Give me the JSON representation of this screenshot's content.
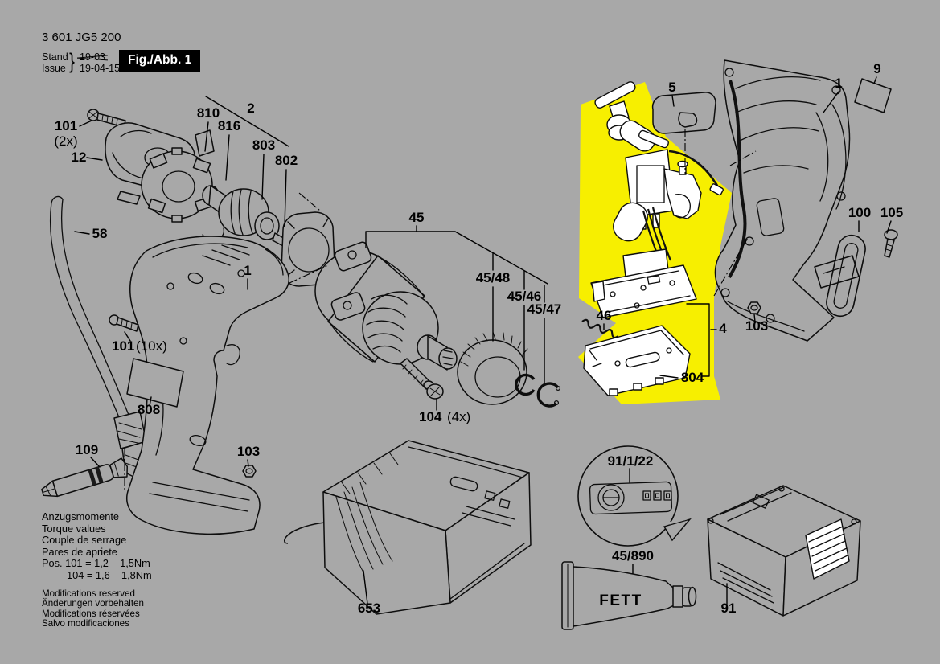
{
  "header": {
    "part_number": "3 601 JG5 200",
    "stand_label": "Stand",
    "issue_label": "Issue",
    "brace": "}",
    "superseded_date": "19-03",
    "issue_date": "19-04-15",
    "figure_badge": "Fig./Abb. 1"
  },
  "colors": {
    "background": "#a8a8a8",
    "highlight": "#f7ef00",
    "line": "#0d0d0d",
    "badge_bg": "#000000",
    "badge_text": "#ffffff"
  },
  "labels": {
    "l810": "810",
    "l816": "816",
    "l2": "2",
    "l803": "803",
    "l802": "802",
    "l101a": "101",
    "l101a_qty": "(2x)",
    "l12": "12",
    "l58": "58",
    "l1_left": "1",
    "l101b": "101",
    "l101b_qty": "(10x)",
    "l808": "808",
    "l109": "109",
    "l103_left": "103",
    "l45": "45",
    "l45_48": "45/48",
    "l45_46": "45/46",
    "l45_47": "45/47",
    "l104": "104",
    "l104_qty": "(4x)",
    "l5": "5",
    "l46": "46",
    "l4": "4",
    "l804": "804",
    "l1_right": "1",
    "l9": "9",
    "l100": "100",
    "l105": "105",
    "l103_right": "103",
    "l653": "653",
    "l91_1_22": "91/1/22",
    "l45_890": "45/890",
    "lfett": "FETT",
    "l91": "91"
  },
  "notes": {
    "torque": [
      "Anzugsmomente",
      "Torque values",
      "Couple de serrage",
      "Pares de apriete"
    ],
    "torque_values": [
      "Pos. 101  = 1,2 – 1,5Nm",
      "104  = 1,6 – 1,8Nm"
    ],
    "modifications": [
      "Modifications reserved",
      "Änderungen vorbehalten",
      "Modifications réservées",
      "Salvo modificaciones"
    ]
  }
}
